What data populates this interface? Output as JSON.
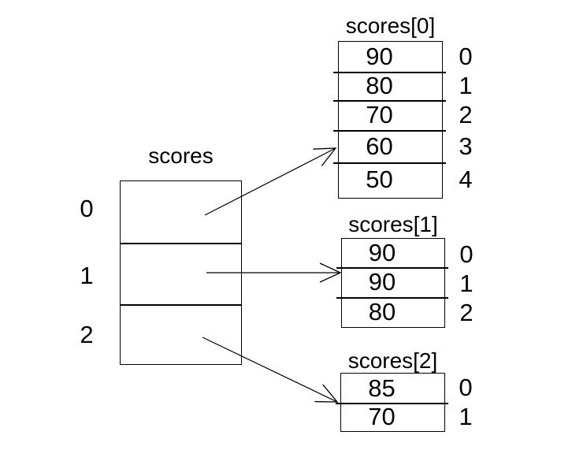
{
  "diagram": {
    "background_color": "#ffffff",
    "line_color": "#000000",
    "main_array": {
      "label": "scores",
      "indices": [
        "0",
        "1",
        "2"
      ]
    },
    "sub_arrays": [
      {
        "label": "scores[0]",
        "values": [
          "90",
          "80",
          "70",
          "60",
          "50"
        ],
        "indices": [
          "0",
          "1",
          "2",
          "3",
          "4"
        ]
      },
      {
        "label": "scores[1]",
        "values": [
          "90",
          "90",
          "80"
        ],
        "indices": [
          "0",
          "1",
          "2"
        ]
      },
      {
        "label": "scores[2]",
        "values": [
          "85",
          "70"
        ],
        "indices": [
          "0",
          "1"
        ]
      }
    ],
    "arrows": [
      {
        "from_index": "0",
        "to": "scores[0]"
      },
      {
        "from_index": "1",
        "to": "scores[1]"
      },
      {
        "from_index": "2",
        "to": "scores[2]"
      }
    ]
  }
}
